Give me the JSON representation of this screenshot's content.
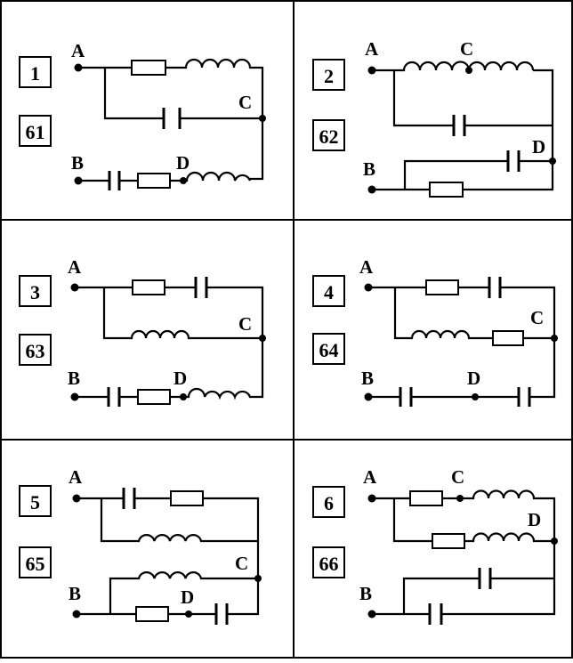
{
  "colors": {
    "ink": "#000000",
    "background": "#ffffff"
  },
  "cells": [
    {
      "number": "1",
      "code": "61",
      "nodes": {
        "a": "A",
        "b": "B",
        "c": "C",
        "d": "D"
      }
    },
    {
      "number": "2",
      "code": "62",
      "nodes": {
        "a": "A",
        "b": "B",
        "c": "C",
        "d": "D"
      }
    },
    {
      "number": "3",
      "code": "63",
      "nodes": {
        "a": "A",
        "b": "B",
        "c": "C",
        "d": "D"
      }
    },
    {
      "number": "4",
      "code": "64",
      "nodes": {
        "a": "A",
        "b": "B",
        "c": "C",
        "d": "D"
      }
    },
    {
      "number": "5",
      "code": "65",
      "nodes": {
        "a": "A",
        "b": "B",
        "c": "C",
        "d": "D"
      }
    },
    {
      "number": "6",
      "code": "66",
      "nodes": {
        "a": "A",
        "b": "B",
        "c": "C",
        "d": "D"
      }
    }
  ]
}
